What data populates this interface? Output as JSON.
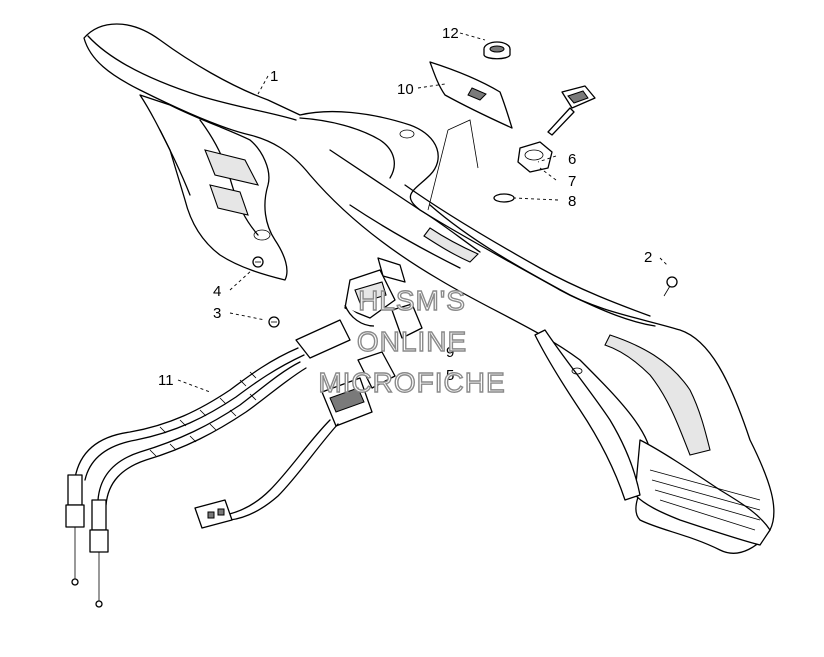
{
  "callouts": {
    "c1": "1",
    "c2": "2",
    "c3": "3",
    "c4": "4",
    "c5": "5",
    "c6": "6",
    "c7": "7",
    "c8": "8",
    "c9": "9",
    "c10": "10",
    "c11": "11",
    "c12": "12"
  },
  "watermark": {
    "line1": "HLSM'S",
    "line2": "ONLINE",
    "line3": "MICROFICHE"
  }
}
